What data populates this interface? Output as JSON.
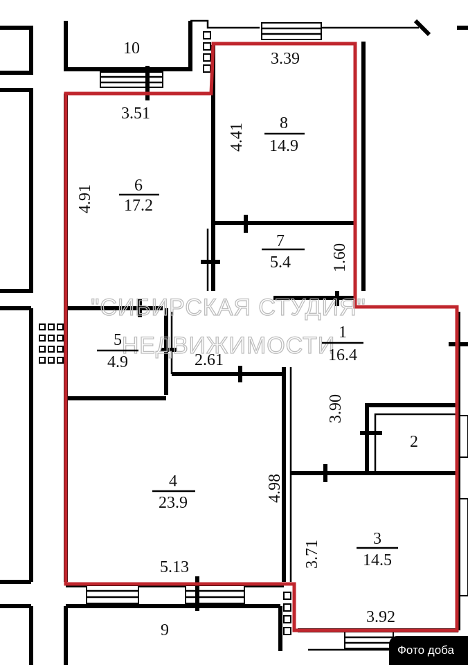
{
  "rooms": [
    {
      "id": "1",
      "area": "16.4"
    },
    {
      "id": "2",
      "area": ""
    },
    {
      "id": "3",
      "area": "14.5"
    },
    {
      "id": "4",
      "area": "23.9"
    },
    {
      "id": "5",
      "area": "4.9"
    },
    {
      "id": "6",
      "area": "17.2"
    },
    {
      "id": "7",
      "area": "5.4"
    },
    {
      "id": "8",
      "area": "14.9"
    },
    {
      "id": "9",
      "area": ""
    },
    {
      "id": "10",
      "area": ""
    }
  ],
  "dimensions": {
    "room8_width": "3.39",
    "room6_width": "3.51",
    "room8_depth": "4.41",
    "room6_depth": "4.91",
    "room7_depth": "1.60",
    "hall_width": "2.61",
    "room1_depth": "3.90",
    "room4_depth": "4.98",
    "room3_depth": "3.71",
    "room4_width": "5.13",
    "room3_width": "3.92"
  },
  "watermark": {
    "line1": "\"СИБИРСКАЯ СТУДИЯ\"",
    "line2": "НЕДВИЖИМОСТИ"
  },
  "badge": {
    "text": "Фото доба"
  },
  "colors": {
    "outline": "#c0262d",
    "walls": "#000000"
  }
}
